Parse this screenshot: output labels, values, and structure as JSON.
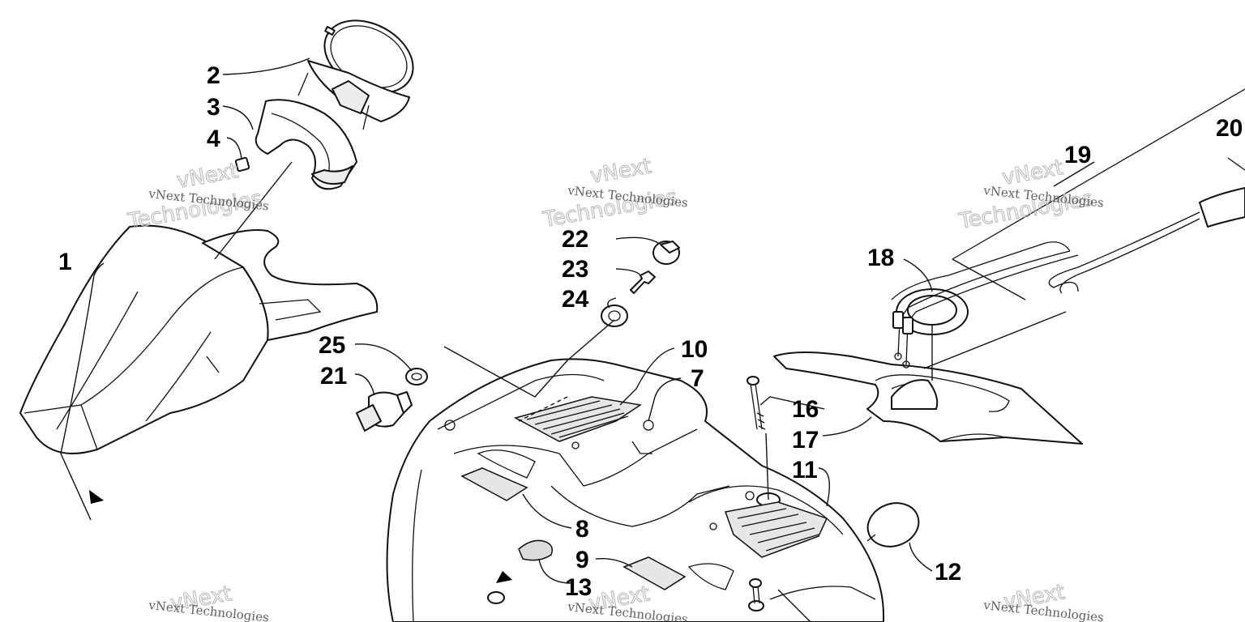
{
  "callouts": [
    {
      "id": "1",
      "label": "1"
    },
    {
      "id": "2",
      "label": "2"
    },
    {
      "id": "3",
      "label": "3"
    },
    {
      "id": "4",
      "label": "4"
    },
    {
      "id": "7",
      "label": "7"
    },
    {
      "id": "8",
      "label": "8"
    },
    {
      "id": "9",
      "label": "9"
    },
    {
      "id": "10",
      "label": "10"
    },
    {
      "id": "11",
      "label": "11"
    },
    {
      "id": "12",
      "label": "12"
    },
    {
      "id": "13",
      "label": "13"
    },
    {
      "id": "16",
      "label": "16"
    },
    {
      "id": "17",
      "label": "17"
    },
    {
      "id": "18",
      "label": "18"
    },
    {
      "id": "19",
      "label": "19"
    },
    {
      "id": "20",
      "label": "20"
    },
    {
      "id": "21",
      "label": "21"
    },
    {
      "id": "22",
      "label": "22"
    },
    {
      "id": "23",
      "label": "23"
    },
    {
      "id": "24",
      "label": "24"
    },
    {
      "id": "25",
      "label": "25"
    }
  ],
  "watermark": {
    "line1": "vNext Technologies",
    "big_top": "vNext",
    "big_bottom": "Technologies"
  }
}
